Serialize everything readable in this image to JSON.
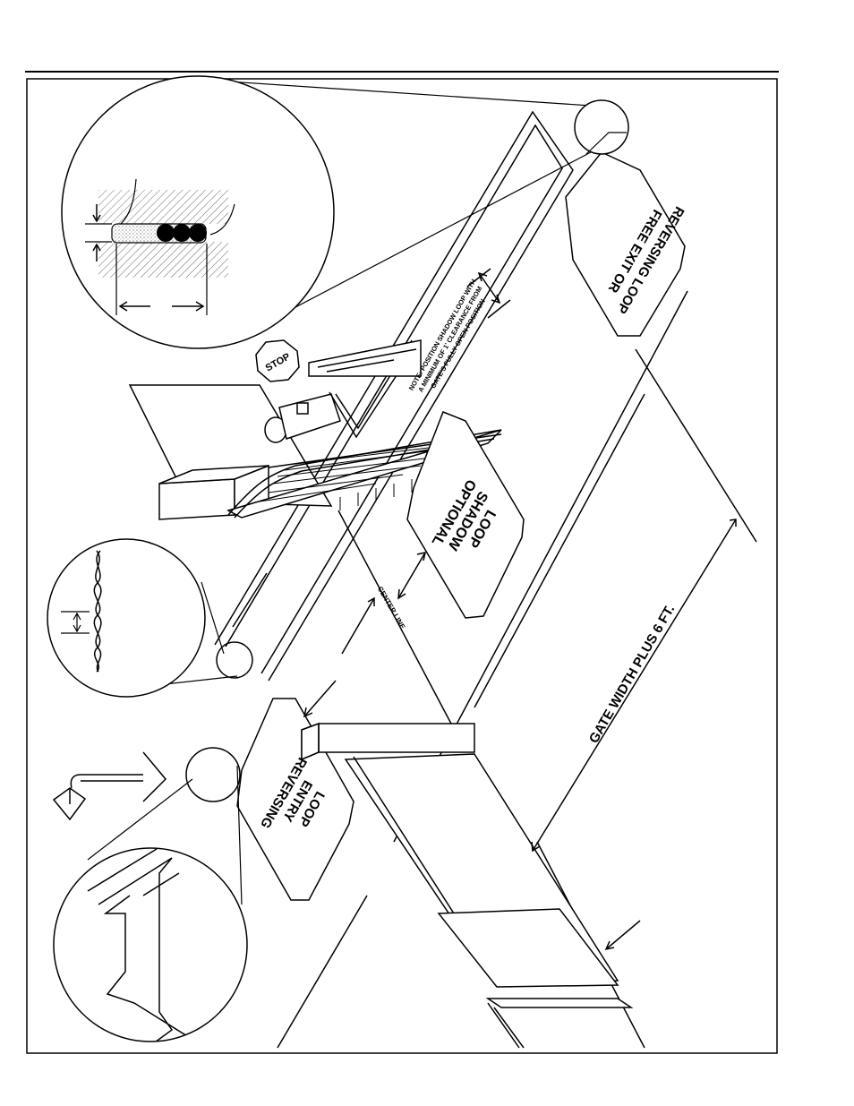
{
  "labels": {
    "free_exit_line1": "FREE EXIT OR",
    "free_exit_line2": "REVERSING LOOP",
    "optional_line1": "OPTIONAL",
    "optional_line2": "SHADOW",
    "optional_line3": "LOOP",
    "reversing_line1": "REVERSING",
    "reversing_line2": "ENTRY",
    "reversing_line3": "LOOP",
    "gate_width": "GATE WIDTH PLUS 6 FT.",
    "center_line": "CENTER LINE",
    "note_line1": "NOTE: POSITION SHADOW LOOP WITH",
    "note_line2": "A MINIMUM OF 1' CLEARANCE FROM",
    "note_line3": "GATE'S FULLY OPEN POSITION",
    "stop_sign": "STOP"
  },
  "colors": {
    "ink": "#000000",
    "paper": "#ffffff",
    "hatch": "#6a6a6a"
  }
}
